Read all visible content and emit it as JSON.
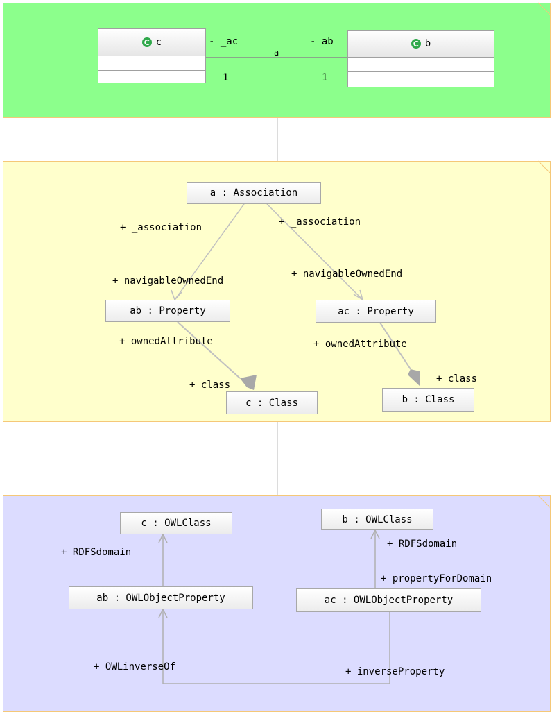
{
  "uml": {
    "class_c": {
      "name": "c",
      "icon": "class-icon"
    },
    "class_b": {
      "name": "b",
      "icon": "class-icon"
    },
    "association": {
      "name": "a",
      "end_c_role": "- _ac",
      "end_b_role": "- ab",
      "end_c_mult": "1",
      "end_b_mult": "1"
    }
  },
  "instances": {
    "association_box": "a : Association",
    "ab_property": "ab : Property",
    "ac_property": "ac : Property",
    "c_class": "c : Class",
    "b_class": "b : Class",
    "labels": {
      "assoc_left": "+ _association",
      "assoc_right": "+ _association",
      "nav_left": "+ navigableOwnedEnd",
      "nav_right": "+ navigableOwnedEnd",
      "owned_left": "+ ownedAttribute",
      "owned_right": "+ ownedAttribute",
      "class_left": "+ class",
      "class_right": "+ class"
    }
  },
  "owl": {
    "c_owlclass": "c : OWLClass",
    "b_owlclass": "b : OWLClass",
    "ab_objprop": "ab : OWLObjectProperty",
    "ac_objprop": "ac : OWLObjectProperty",
    "labels": {
      "rdfs_left": "+ RDFSdomain",
      "rdfs_right": "+ RDFSdomain",
      "prop_for_domain": "+ propertyForDomain",
      "inverse_of": "+ OWLinverseOf",
      "inverse_property": "+ inverseProperty"
    }
  },
  "colors": {
    "top_panel": "#8cff8c",
    "mid_panel": "#ffffcc",
    "bottom_panel": "#dcdcff",
    "panel_border": "#f5c878"
  }
}
